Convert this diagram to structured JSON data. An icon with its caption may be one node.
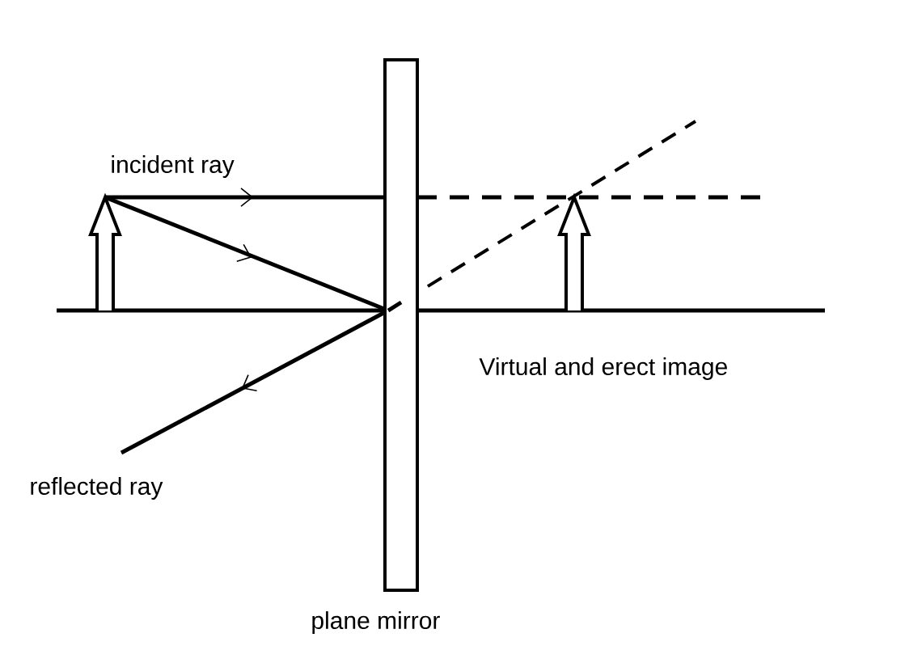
{
  "diagram": {
    "labels": [
      "incident ray",
      "Virtual and erect image",
      "reflected ray",
      "plane mirror"
    ]
  }
}
